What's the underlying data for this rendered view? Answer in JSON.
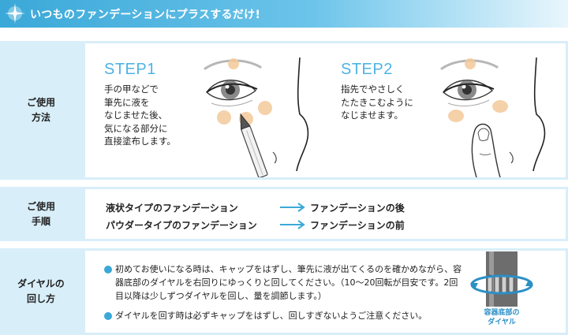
{
  "header": {
    "title": "いつものファンデーションにプラスするだけ!",
    "bar_color": "#3aa8d8"
  },
  "usage_method": {
    "label_line1": "ご使用",
    "label_line2": "方法",
    "step1": {
      "title": "STEP1",
      "lines": [
        "手の甲などで",
        "筆先に液を",
        "なじませた後、",
        "気になる部分に",
        "直接塗布します。"
      ]
    },
    "step2": {
      "title": "STEP2",
      "lines": [
        "指先でやさしく",
        "たたきこむように",
        "なじませます。"
      ]
    },
    "accent_color": "#4fb3e3"
  },
  "usage_order": {
    "label_line1": "ご使用",
    "label_line2": "手順",
    "rows": [
      {
        "product": "液状タイプのファンデーション",
        "timing": "ファンデーションの後"
      },
      {
        "product": "パウダータイプのファンデーション",
        "timing": "ファンデーションの前"
      }
    ]
  },
  "dial": {
    "label_line1": "ダイヤルの",
    "label_line2": "回し方",
    "items": [
      "初めてお使いになる時は、キャップをはずし、筆先に液が出てくるのを確かめながら、容器底部のダイヤルを右回りにゆっくりと回してください。（10～20回転が目安です。2回目以降は少しずつダイヤルを回し、量を調節します。）",
      "ダイヤルを回す時は必ずキャップをはずし、回しすぎないようご注意ください。"
    ],
    "caption_line1": "容器底部の",
    "caption_line2": "ダイヤル"
  }
}
